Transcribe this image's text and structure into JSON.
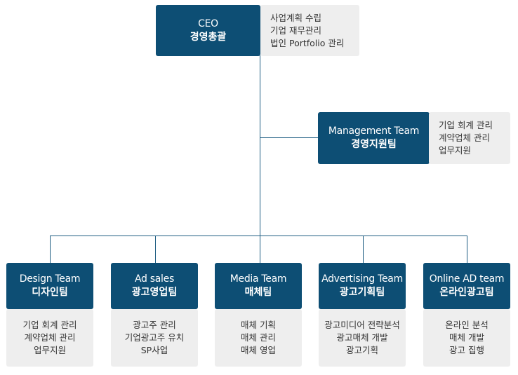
{
  "ceo": {
    "title_en": "CEO",
    "title_ko": "경영총괄",
    "duties": [
      "사업계획 수립",
      "기업 재무관리",
      "법인 Portfolio 관리"
    ]
  },
  "management": {
    "title_en": "Management Team",
    "title_ko": "경영지원팀",
    "duties": [
      "기업 회계 관리",
      "계약업체 관리",
      "업무지원"
    ]
  },
  "teams": [
    {
      "title_en": "Design Team",
      "title_ko": "디자인팀",
      "duties": [
        "기업 회계 관리",
        "계약업체 관리",
        "업무지원"
      ]
    },
    {
      "title_en": "Ad sales",
      "title_ko": "광고영업팀",
      "duties": [
        "광고주 관리",
        "기업광고주 유치",
        "SP사업"
      ]
    },
    {
      "title_en": "Media Team",
      "title_ko": "매체팀",
      "duties": [
        "매체 기획",
        "매체 관리",
        "매체 영업"
      ]
    },
    {
      "title_en": "Advertising Team",
      "title_ko": "광고기획팀",
      "duties": [
        "광고미디어 전략분석",
        "광고매체 개발",
        "광고기획"
      ]
    },
    {
      "title_en": "Online AD team",
      "title_ko": "온라인광고팀",
      "duties": [
        "온라인 분석",
        "매체 개발",
        "광고 집행"
      ]
    }
  ]
}
